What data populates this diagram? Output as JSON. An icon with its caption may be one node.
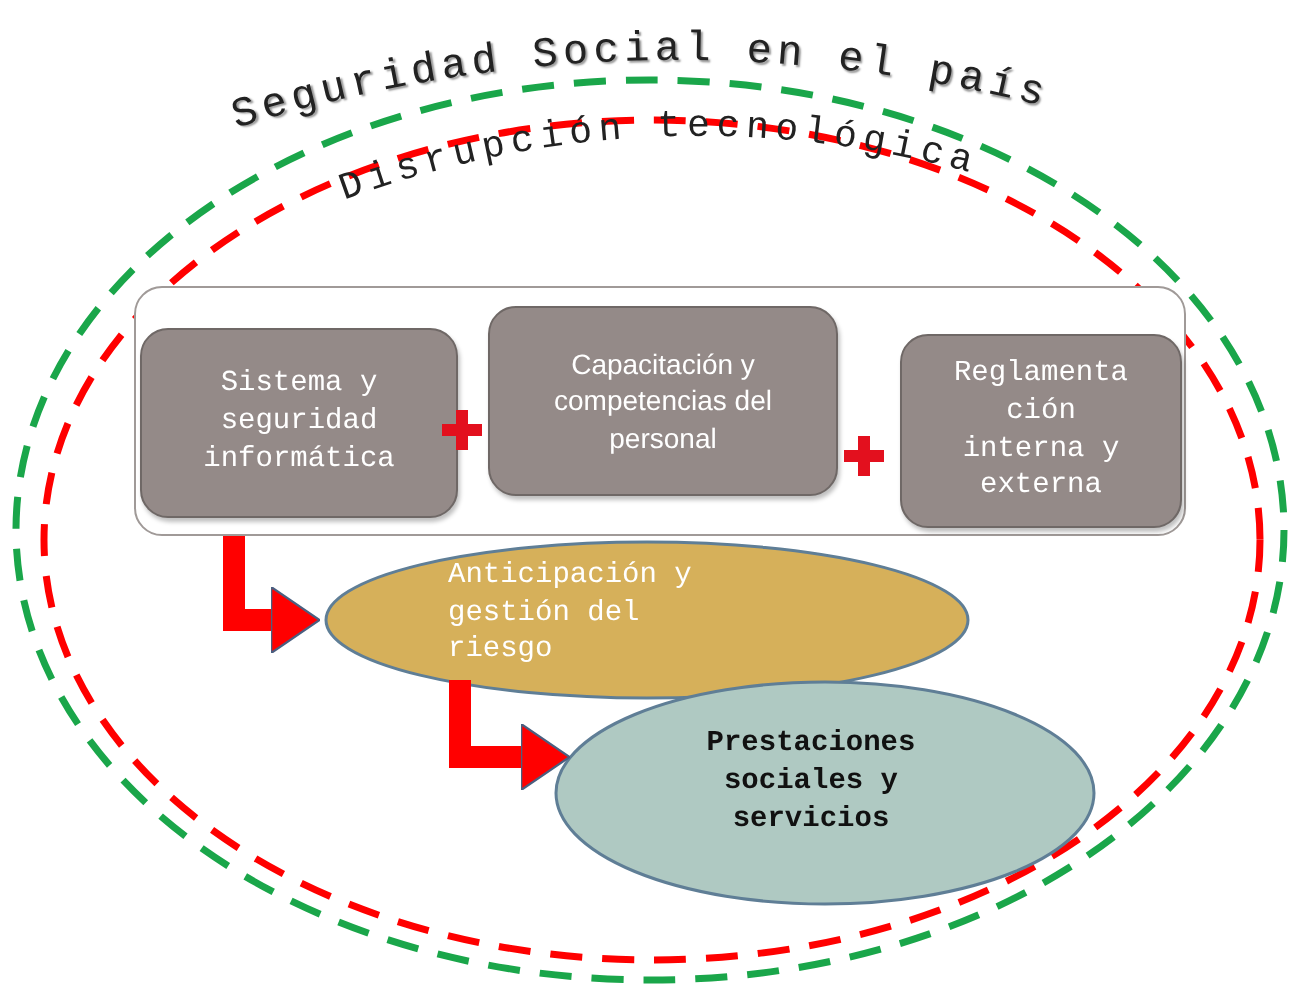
{
  "diagram": {
    "nodes": [
      {
        "text": [
          "Seguridad Social en el país"
        ]
      },
      {
        "text": [
          "Disrupción tecnológica"
        ],
        "in": 0
      },
      {
        "text": [],
        "shape": "box",
        "in": 1
      },
      {
        "text": [
          "Sistema y seguridad informática"
        ],
        "in": 2
      },
      {
        "text": [
          "Capacitación y competencias del personal"
        ],
        "in": 2
      },
      {
        "text": [
          "Reglamenta ción interna y externa"
        ],
        "in": 2
      },
      {
        "text": [
          "Anticipación y gestión del riesgo"
        ],
        "in": 1
      },
      {
        "text": [
          "Prestaciones sociales y servicios"
        ],
        "in": 1
      }
    ],
    "edges": [
      {
        "from": 2,
        "to": 6,
        "arrow": "to"
      },
      {
        "from": 6,
        "to": 7,
        "arrow": "to"
      }
    ]
  }
}
